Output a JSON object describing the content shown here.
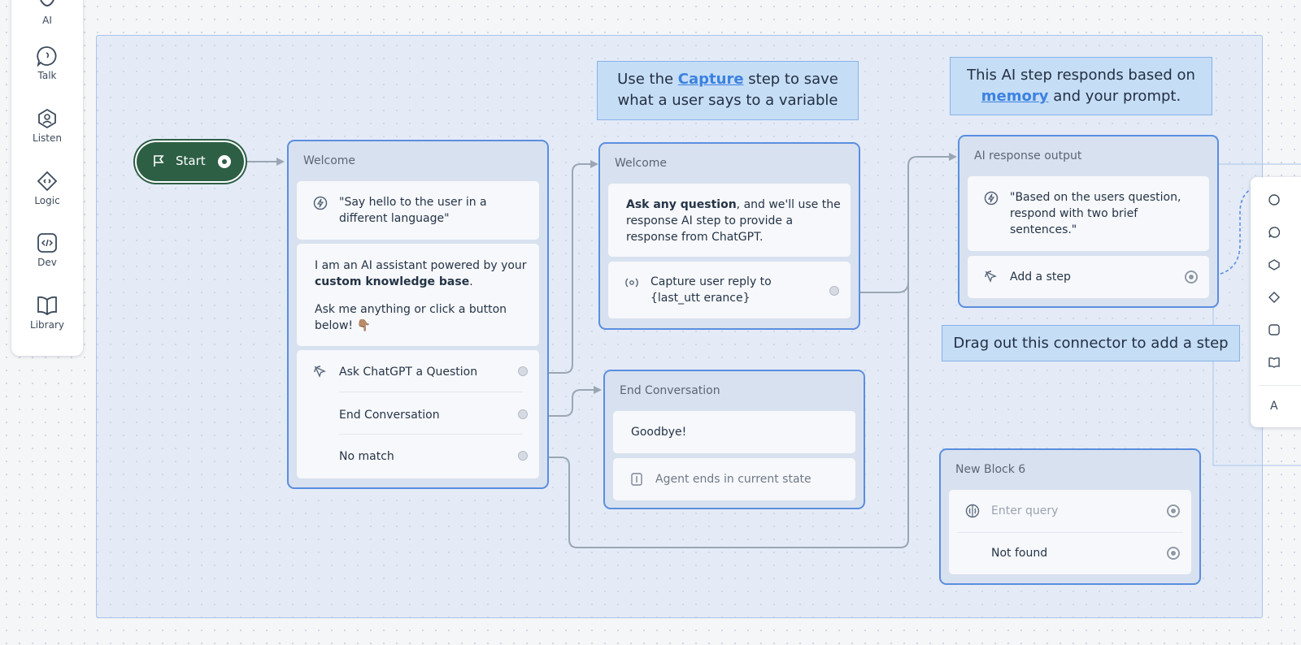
{
  "palette": {
    "items": [
      {
        "label": "AI",
        "icon": "ai-icon"
      },
      {
        "label": "Talk",
        "icon": "talk-bubble-icon"
      },
      {
        "label": "Listen",
        "icon": "listen-icon"
      },
      {
        "label": "Logic",
        "icon": "logic-icon"
      },
      {
        "label": "Dev",
        "icon": "code-icon"
      },
      {
        "label": "Library",
        "icon": "book-icon"
      }
    ]
  },
  "start": {
    "label": "Start",
    "icon": "flag-icon"
  },
  "welcome_block": {
    "title": "Welcome",
    "prompt_step": "\"Say hello to the user in a different language\"",
    "text_intro": "I am an AI assistant powered by your ",
    "text_bold": "custom knowledge base",
    "text_period": ".",
    "text_second": "Ask me anything or click a button below! 👇🏽",
    "buttons": [
      {
        "label": "Ask ChatGPT a Question"
      },
      {
        "label": "End Conversation"
      },
      {
        "label": "No match"
      }
    ]
  },
  "welcome_block_2": {
    "title": "Welcome",
    "text_bold": "Ask any question",
    "text_rest": ", and we'll use the response AI step to provide a response from ChatGPT.",
    "capture_label": "Capture user reply to {last_utt erance}"
  },
  "end_block": {
    "title": "End Conversation",
    "message": "Goodbye!",
    "end_step": "Agent ends in current state"
  },
  "ai_block": {
    "title": "AI response output",
    "prompt": "\"Based on the users question, respond with two brief sentences.\"",
    "add_step": "Add a step"
  },
  "new_block": {
    "title": "New Block 6",
    "query_placeholder": "Enter query",
    "not_found": "Not found"
  },
  "notes": {
    "capture_pre": "Use the ",
    "capture_link": "Capture",
    "capture_post": " step to save",
    "capture_line2": "what a user says to a variable",
    "memory_line1": "This AI step responds based on",
    "memory_link": "memory",
    "memory_post": " and your prompt.",
    "drag": "Drag out this connector to add a step"
  },
  "side_panel": {
    "icons": [
      "ai-icon",
      "talk-bubble-icon",
      "listen-icon",
      "logic-icon",
      "code-icon",
      "book-icon"
    ],
    "label": "A"
  },
  "colors": {
    "accent": "#5b8ee0",
    "start_green": "#2d5f45",
    "link_blue": "#3b82e0",
    "note_bg": "#c6ddf6"
  }
}
